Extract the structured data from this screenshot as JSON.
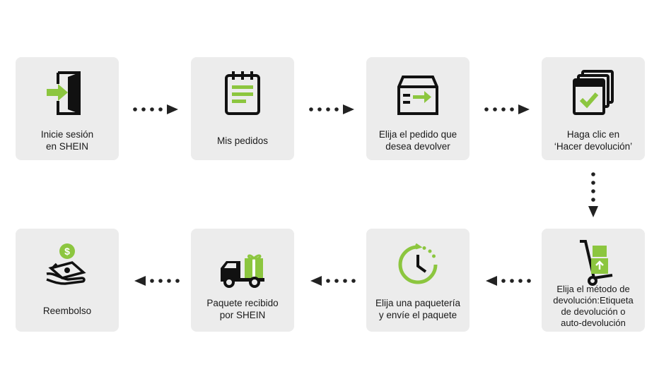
{
  "steps": [
    {
      "id": 1,
      "lines": [
        "Inicie sesión",
        "en SHEIN"
      ],
      "icon": "login-door-icon"
    },
    {
      "id": 2,
      "lines": [
        "Mis pedidos"
      ],
      "icon": "notepad-orders-icon"
    },
    {
      "id": 3,
      "lines": [
        "Elija el pedido que",
        "desea devolver"
      ],
      "icon": "package-return-icon"
    },
    {
      "id": 4,
      "lines": [
        "Haga clic en",
        "‘Hacer devolución’"
      ],
      "icon": "window-check-icon"
    },
    {
      "id": 5,
      "lines": [
        "Elija el método de",
        "devolución:Etiqueta",
        "de devolución o",
        "auto-devolución"
      ],
      "icon": "hand-truck-icon"
    },
    {
      "id": 6,
      "lines": [
        "Elija una paquetería",
        "y envíe el paquete"
      ],
      "icon": "clock-icon"
    },
    {
      "id": 7,
      "lines": [
        "Paquete recibido",
        "por SHEIN"
      ],
      "icon": "delivery-truck-icon"
    },
    {
      "id": 8,
      "lines": [
        "Reembolso"
      ],
      "icon": "money-hand-icon"
    }
  ],
  "colors": {
    "accent": "#8cc63f",
    "ink": "#111111",
    "card": "#ececec",
    "arrow": "#222222"
  }
}
